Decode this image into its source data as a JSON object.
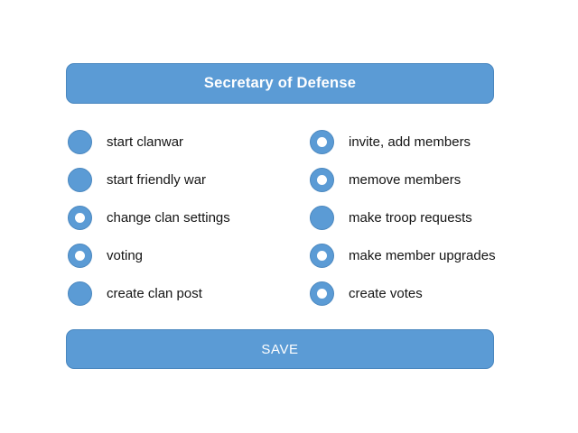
{
  "screen": {
    "background_color": "#ffffff",
    "accent_color": "#5b9bd5",
    "text_color": "#141414"
  },
  "header": {
    "title": "Secretary of Defense"
  },
  "permissions": {
    "left_column": [
      {
        "label": "start clanwar",
        "state": "filled",
        "icon": "filled-circle-icon"
      },
      {
        "label": "start friendly war",
        "state": "filled",
        "icon": "filled-circle-icon"
      },
      {
        "label": "change clan settings",
        "state": "hollow",
        "icon": "hollow-circle-icon"
      },
      {
        "label": "voting",
        "state": "hollow",
        "icon": "hollow-circle-icon"
      },
      {
        "label": "create clan post",
        "state": "filled",
        "icon": "filled-circle-icon"
      }
    ],
    "right_column": [
      {
        "label": "invite, add members",
        "state": "hollow",
        "icon": "hollow-circle-icon"
      },
      {
        "label": "memove members",
        "state": "hollow",
        "icon": "hollow-circle-icon"
      },
      {
        "label": "make troop requests",
        "state": "filled",
        "icon": "filled-circle-icon"
      },
      {
        "label": "make member upgrades",
        "state": "hollow",
        "icon": "hollow-circle-icon"
      },
      {
        "label": "create votes",
        "state": "hollow",
        "icon": "hollow-circle-icon"
      }
    ]
  },
  "footer": {
    "save_label": "SAVE"
  }
}
